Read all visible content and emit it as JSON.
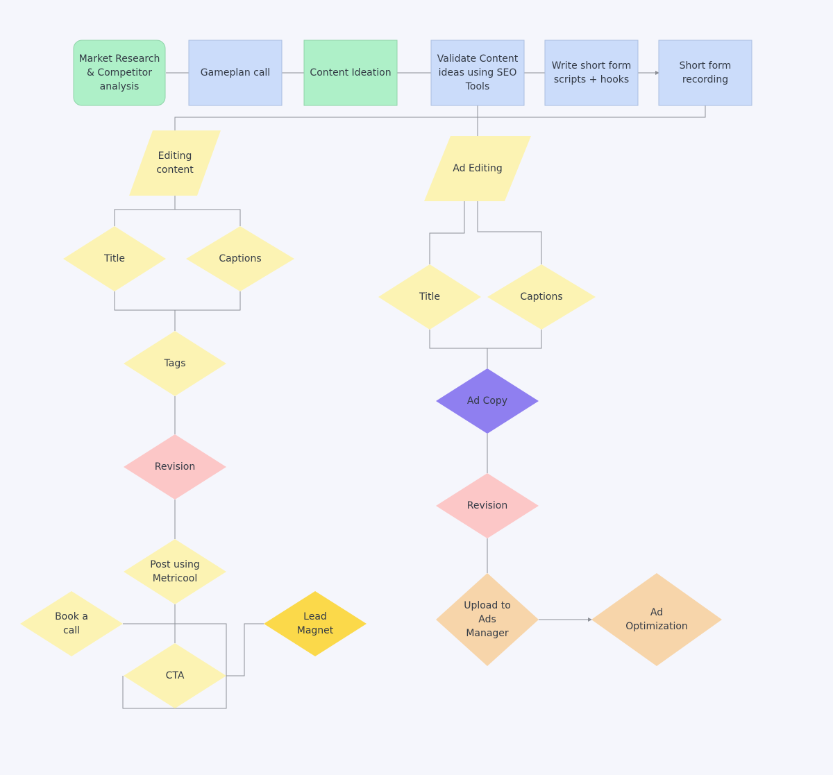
{
  "colors": {
    "background": "#f5f6fc",
    "green": "#aef0c8",
    "blue": "#cbdcfa",
    "yellow": "#fcf3b3",
    "pink": "#fcc7c7",
    "purple": "#8f7ff0",
    "orange": "#f7d5aa",
    "gold": "#fbd94a",
    "connector": "#8c8f96"
  },
  "nodes": {
    "market_research": [
      "Market Research",
      "& Competitor",
      "analysis"
    ],
    "gameplan_call": [
      "Gameplan call"
    ],
    "content_ideation": [
      "Content Ideation"
    ],
    "validate_content": [
      "Validate Content",
      "ideas using SEO",
      "Tools"
    ],
    "write_scripts": [
      "Write short form",
      "scripts + hooks"
    ],
    "short_form_recording": [
      "Short form",
      "recording"
    ],
    "editing_content": [
      "Editing",
      "content"
    ],
    "ad_editing": [
      "Ad Editing"
    ],
    "title_left": [
      "Title"
    ],
    "captions_left": [
      "Captions"
    ],
    "tags": [
      "Tags"
    ],
    "revision_left": [
      "Revision"
    ],
    "post_metricool": [
      "Post using",
      "Metricool"
    ],
    "book_call": [
      "Book a",
      "call"
    ],
    "lead_magnet": [
      "Lead",
      "Magnet"
    ],
    "cta": [
      "CTA"
    ],
    "title_right": [
      "Title"
    ],
    "captions_right": [
      "Captions"
    ],
    "ad_copy": [
      "Ad Copy"
    ],
    "revision_right": [
      "Revision"
    ],
    "upload_ads": [
      "Upload to",
      "Ads",
      "Manager"
    ],
    "ad_optimization": [
      "Ad",
      "Optimization"
    ]
  }
}
